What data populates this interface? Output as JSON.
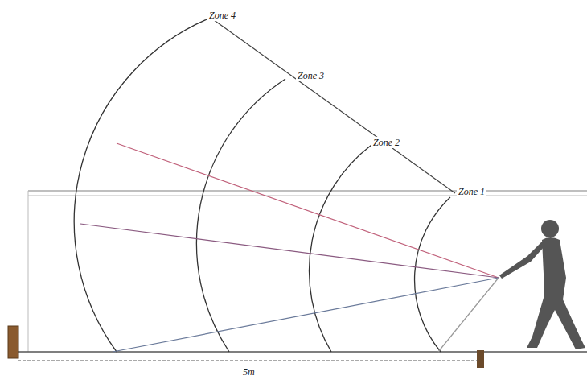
{
  "diagram": {
    "labels": [
      "Zone 4",
      "Zone 3",
      "Zone 2",
      "Zone 1",
      "5m"
    ]
  }
}
